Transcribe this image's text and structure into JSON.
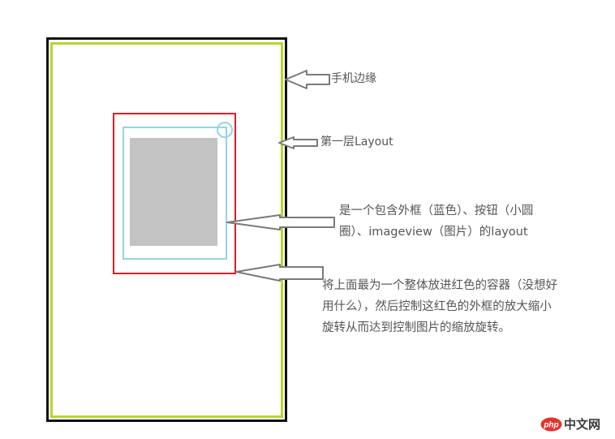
{
  "labels": {
    "phone_edge": "手机边缘",
    "first_layer": "第一层Layout",
    "desc_line1": "是一个包含外框（蓝色）、按钮（小圆",
    "desc_line2": "圈）、imageview（图片）的layout",
    "note_line1": "将上面最为一个整体放进红色的容器（没想好",
    "note_line2": "用什么），然后控制这红色的外框的放大缩小",
    "note_line3": "旋转从而达到控制图片的缩放旋转。"
  },
  "watermark": {
    "logo_text": "php",
    "text": "中文网"
  },
  "colors": {
    "phone_edge": "#111111",
    "first_layer": "#b7d62f",
    "red_container": "#e01b24",
    "blue_frame": "#97d3df",
    "image": "#c3c3c3",
    "arrow": "#7a7a7a"
  }
}
